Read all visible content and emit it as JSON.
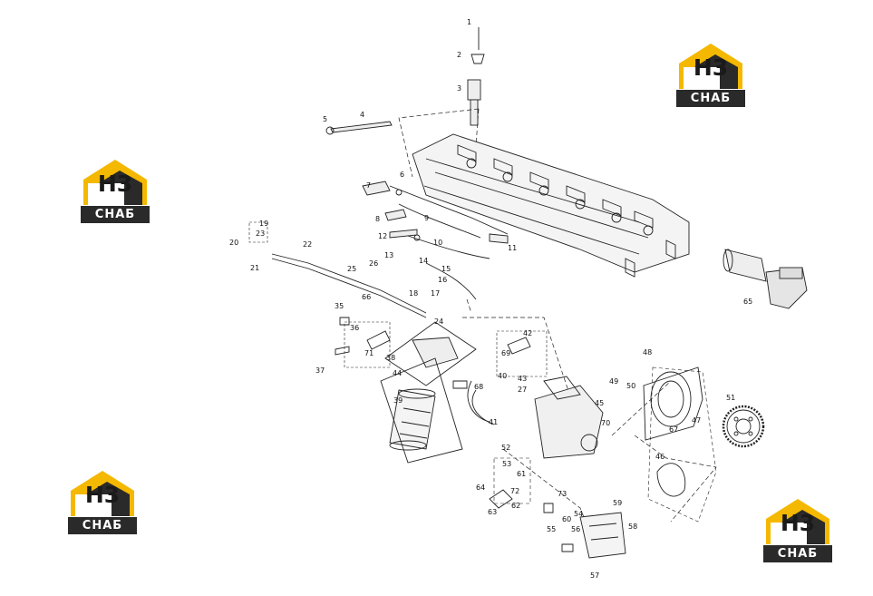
{
  "brand": {
    "mark": "H3",
    "name": "СНАБ",
    "colors": {
      "yellow": "#f5b800",
      "dark": "#2a2a2a",
      "white": "#ffffff"
    }
  },
  "diagram": {
    "callouts": [
      "1",
      "2",
      "3",
      "4",
      "5",
      "6",
      "7",
      "8",
      "9",
      "10",
      "11",
      "12",
      "13",
      "14",
      "15",
      "16",
      "17",
      "18",
      "19",
      "20",
      "21",
      "22",
      "23",
      "24",
      "25",
      "26",
      "27",
      "35",
      "36",
      "37",
      "38",
      "39",
      "40",
      "41",
      "42",
      "43",
      "44",
      "45",
      "46",
      "47",
      "48",
      "49",
      "50",
      "51",
      "52",
      "53",
      "54",
      "55",
      "56",
      "57",
      "58",
      "59",
      "60",
      "61",
      "62",
      "63",
      "64",
      "65",
      "66",
      "67",
      "68",
      "69",
      "70",
      "71",
      "72",
      "73"
    ]
  }
}
